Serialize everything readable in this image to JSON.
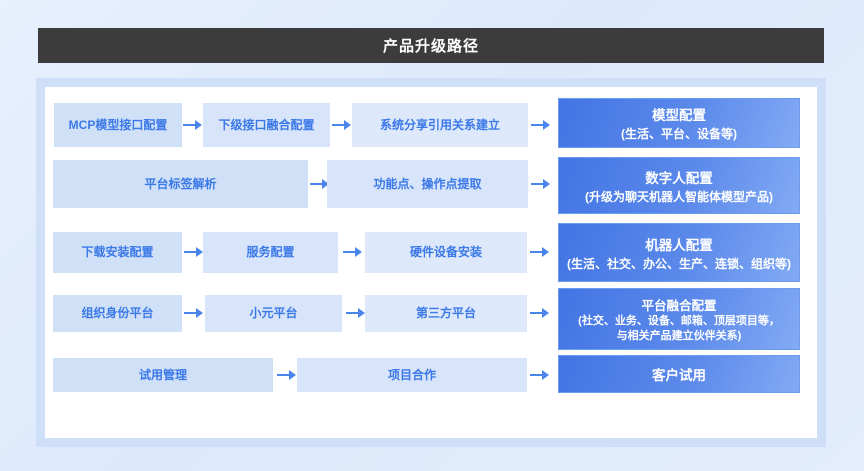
{
  "header": {
    "title": "产品升级路径"
  },
  "flow": {
    "rows": [
      {
        "steps": [
          "MCP模型接口配置",
          "下级接口融合配置",
          "系统分享引用关系建立"
        ],
        "result": {
          "title": "模型配置",
          "subtitle": "(生活、平台、设备等)",
          "subtitle2": ""
        }
      },
      {
        "steps": [
          "平台标签解析",
          "功能点、操作点提取"
        ],
        "result": {
          "title": "数字人配置",
          "subtitle": "(升级为聊天机器人智能体模型产品)",
          "subtitle2": ""
        }
      },
      {
        "steps": [
          "下载安装配置",
          "服务配置",
          "硬件设备安装"
        ],
        "result": {
          "title": "机器人配置",
          "subtitle": "(生活、社交、办公、生产、连锁、组织等)",
          "subtitle2": ""
        }
      },
      {
        "steps": [
          "组织身份平台",
          "小元平台",
          "第三方平台"
        ],
        "result": {
          "title": "平台融合配置",
          "subtitle": "(社交、业务、设备、邮箱、顶层项目等，",
          "subtitle2": "与相关产品建立伙伴关系)"
        }
      },
      {
        "steps": [
          "试用管理",
          "项目合作"
        ],
        "result": {
          "title": "客户试用",
          "subtitle": "",
          "subtitle2": ""
        }
      }
    ]
  },
  "colors": {
    "page_bg": "#e2ecfc",
    "header_bg": "#3c3c3c",
    "header_text": "#ffffff",
    "panel_bg": "#ffffff",
    "panel_border": "#cfdff8",
    "step_box_bg": "#cfe0f7",
    "step_text": "#3c79e8",
    "arrow": "#4a85ec",
    "result_gradient_start": "#4274e3",
    "result_gradient_end": "#82aaf4",
    "result_text": "#ffffff"
  }
}
